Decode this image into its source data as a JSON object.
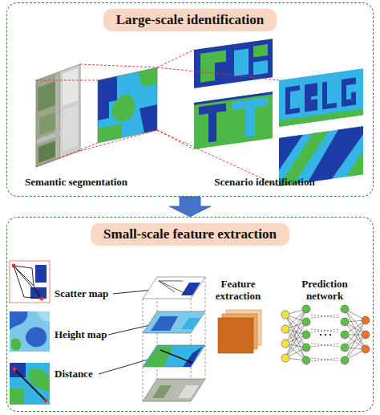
{
  "diagram": {
    "nodes": [
      {
        "text": [
          "Large-scale identification"
        ]
      },
      {
        "text": [
          "Small-scale feature extraction"
        ]
      },
      {
        "text": [
          "Feature extraction"
        ],
        "in": 1
      },
      {
        "text": [
          "Prediction network"
        ],
        "in": 1
      }
    ],
    "edges": [
      {
        "from": 0,
        "to": 1,
        "arrow": "to"
      }
    ],
    "labels": [
      "Semantic segmentation",
      "Scenario identification",
      "Scatter map",
      "Height map",
      "Distance"
    ]
  }
}
